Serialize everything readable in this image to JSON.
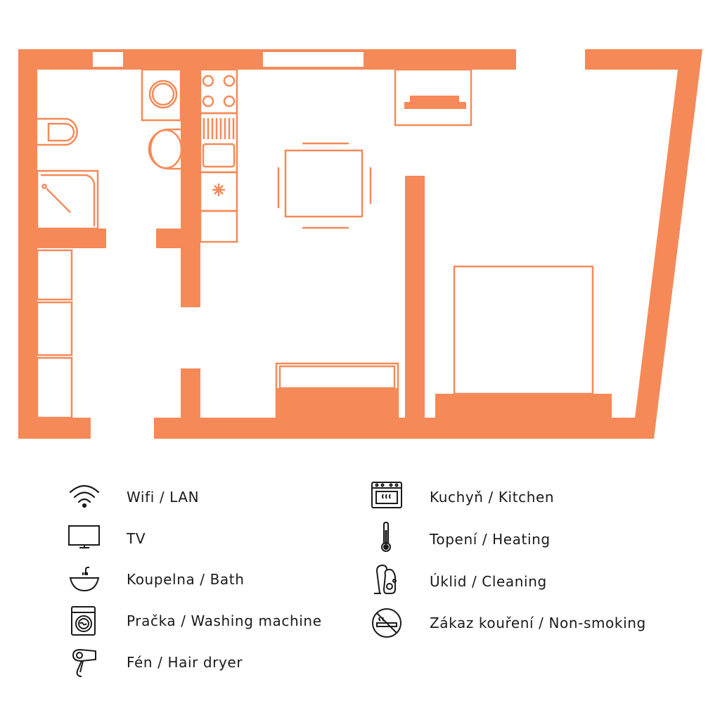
{
  "colors": {
    "wall": "#f58a58",
    "icon": "#1a1a1a",
    "background": "#ffffff"
  },
  "legend": {
    "left": [
      {
        "icon": "wifi-icon",
        "label": "Wifi / LAN"
      },
      {
        "icon": "tv-icon",
        "label": "TV"
      },
      {
        "icon": "bathtub-icon",
        "label": "Koupelna / Bath"
      },
      {
        "icon": "washing-machine-icon",
        "label": "Pračka / Washing machine"
      },
      {
        "icon": "hair-dryer-icon",
        "label": "Fén / Hair dryer"
      }
    ],
    "right": [
      {
        "icon": "stove-icon",
        "label": "Kuchyň / Kitchen"
      },
      {
        "icon": "thermometer-icon",
        "label": "Topení / Heating"
      },
      {
        "icon": "vacuum-cleaner-icon",
        "label": "Úklid / Cleaning"
      },
      {
        "icon": "no-smoking-icon",
        "label": "Zákaz kouření / Non-smoking"
      }
    ]
  }
}
